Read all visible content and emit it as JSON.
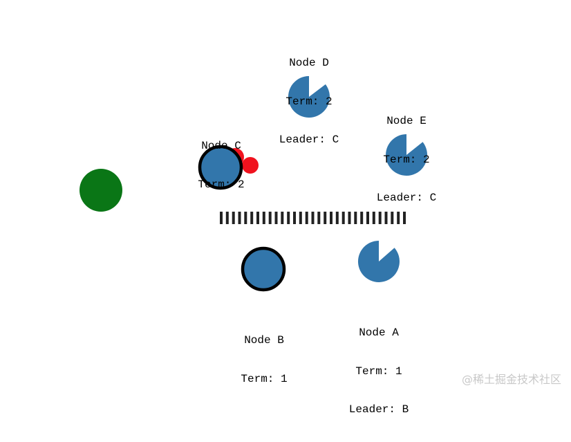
{
  "nodes": {
    "d": {
      "name": "Node D",
      "term": "Term: 2",
      "leader": "Leader: C"
    },
    "e": {
      "name": "Node E",
      "term": "Term: 2",
      "leader": "Leader: C"
    },
    "c": {
      "name": "Node C",
      "term": "Term: 2"
    },
    "b": {
      "name": "Node B",
      "term": "Term: 1"
    },
    "a": {
      "name": "Node A",
      "term": "Term: 1",
      "leader": "Leader: B"
    }
  },
  "colors": {
    "node": "#3276ab",
    "leader_border": "#000000",
    "client": "#0a7616",
    "message": "#f0121e",
    "partition": "#222222"
  },
  "watermark": "@稀土掘金技术社区"
}
